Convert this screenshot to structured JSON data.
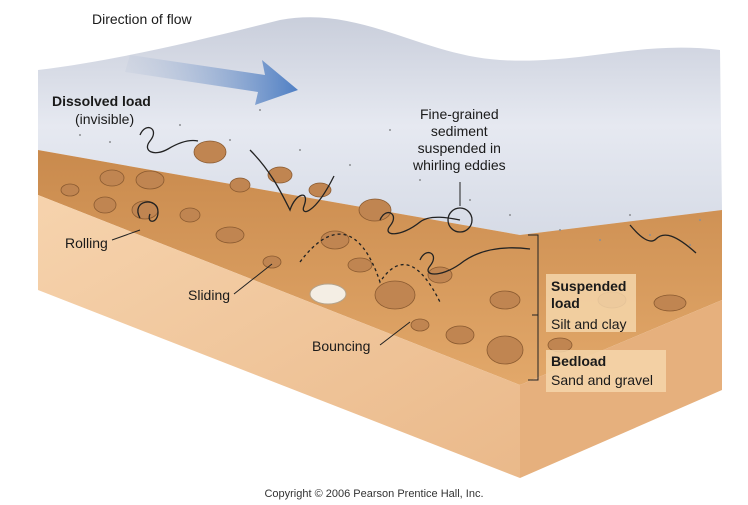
{
  "labels": {
    "direction_of_flow": "Direction of flow",
    "dissolved_load": "Dissolved load",
    "dissolved_load_note": "(invisible)",
    "fine_grained_line1": "Fine-grained",
    "fine_grained_line2": "sediment",
    "fine_grained_line3": "suspended in",
    "fine_grained_line4": "whirling eddies",
    "rolling": "Rolling",
    "sliding": "Sliding",
    "bouncing": "Bouncing",
    "suspended_load_line1": "Suspended",
    "suspended_load_line2": "load",
    "suspended_load_desc": "Silt and clay",
    "bedload": "Bedload",
    "bedload_desc": "Sand and gravel"
  },
  "copyright": "Copyright © 2006 Pearson Prentice Hall, Inc.",
  "colors": {
    "water": "#dfe3ee",
    "water_shadow": "#b8bfd0",
    "sediment_top": "#d89a55",
    "sediment_front": "#f1c9a3",
    "sediment_side": "#e8b88a",
    "pebble": "#c98a55",
    "flow_arrow": "#5a86c8"
  },
  "icons": [
    "flow-direction-arrow-icon",
    "eddy-swirl-icon"
  ]
}
